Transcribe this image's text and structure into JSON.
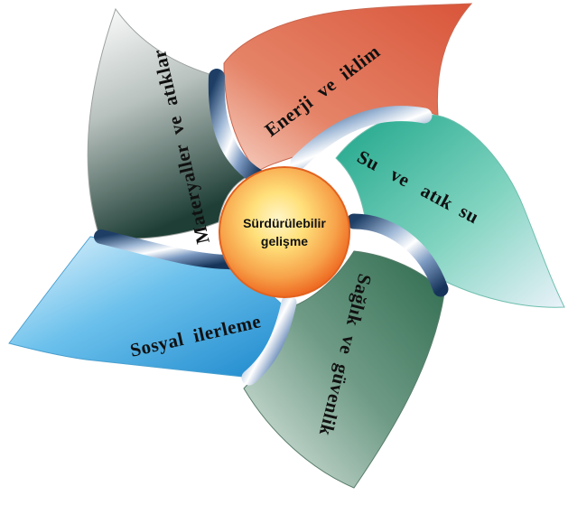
{
  "center": {
    "line1": "Sürdürülebilir",
    "line2": "gelişme"
  },
  "petals": [
    {
      "id": "energy",
      "label": "Enerji  ve  iklim",
      "color": "#e0694d"
    },
    {
      "id": "water",
      "label": "Su   ve   atık  su",
      "color": "#2fb59b"
    },
    {
      "id": "health",
      "label": "Sağlık  ve  güvenlik",
      "color": "#3f7a5e"
    },
    {
      "id": "social",
      "label": "Sosyal  ilerleme",
      "color": "#2a9bd8"
    },
    {
      "id": "materials",
      "label": "Materyaller  ve  atıklar",
      "color": "#9aa6a2"
    }
  ]
}
